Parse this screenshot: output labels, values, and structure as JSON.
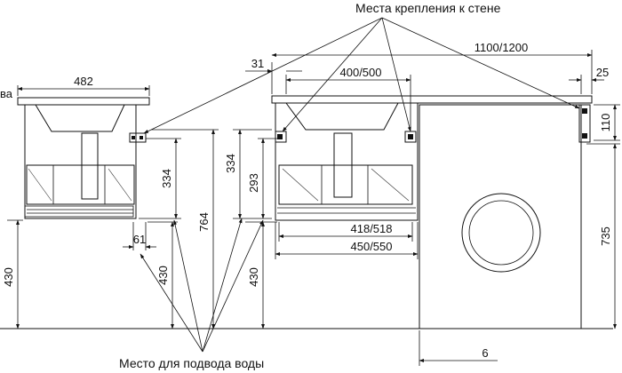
{
  "labels": {
    "wall_mounts": "Места крепления к стене",
    "water_supply": "Место для подвода воды",
    "side_cut_text": "ва"
  },
  "dimensions": {
    "d482": "482",
    "d334_left": "334",
    "d764": "764",
    "d334_mid": "334",
    "d293": "293",
    "d430_left": "430",
    "d430_mid": "430",
    "d430_right": "430",
    "d61": "61",
    "d31": "31",
    "d400_500": "400/500",
    "d1100_1200": "1100/1200",
    "d25": "25",
    "d110": "110",
    "d418_518": "418/518",
    "d450_550": "450/550",
    "d735": "735",
    "d_bottom_partial": "6"
  }
}
